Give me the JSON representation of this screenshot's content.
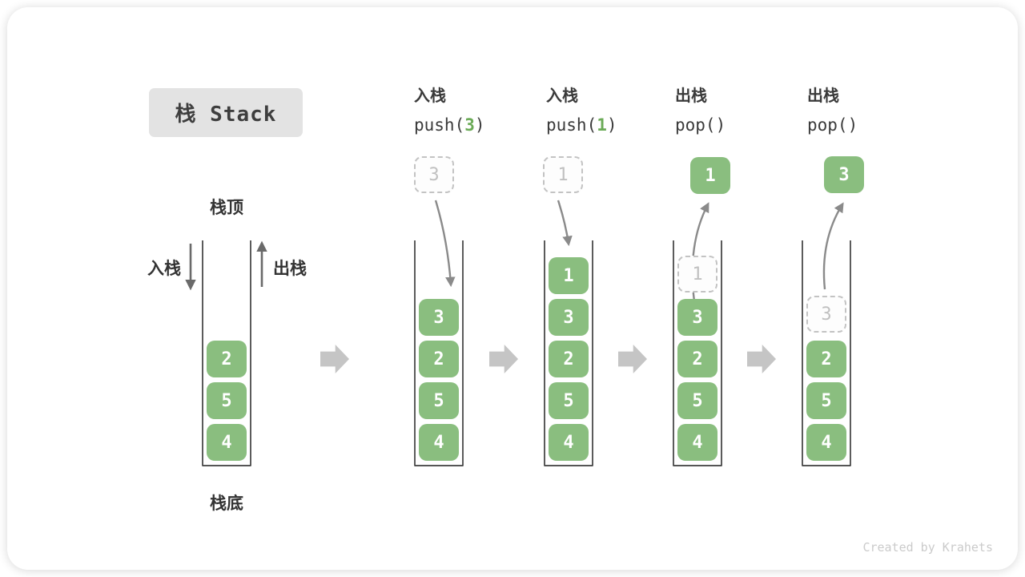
{
  "header": {
    "title": "栈 Stack"
  },
  "stack_labels": {
    "top": "栈顶",
    "bottom": "栈底",
    "push_arrow": "入栈",
    "pop_arrow": "出栈"
  },
  "operations": [
    {
      "name": "入栈",
      "code_pre": "push(",
      "code_arg": "3",
      "code_post": ")"
    },
    {
      "name": "入栈",
      "code_pre": "push(",
      "code_arg": "1",
      "code_post": ")"
    },
    {
      "name": "出栈",
      "code_pre": "pop()",
      "code_arg": "",
      "code_post": ""
    },
    {
      "name": "出栈",
      "code_pre": "pop()",
      "code_arg": "",
      "code_post": ""
    }
  ],
  "stacks": [
    {
      "blocks": [
        "2",
        "5",
        "4"
      ]
    },
    {
      "incoming": "3",
      "blocks": [
        "3",
        "2",
        "5",
        "4"
      ]
    },
    {
      "incoming": "1",
      "blocks": [
        "1",
        "3",
        "2",
        "5",
        "4"
      ]
    },
    {
      "outgoing": "1",
      "ghost": "1",
      "blocks": [
        "3",
        "2",
        "5",
        "4"
      ]
    },
    {
      "outgoing": "3",
      "ghost": "3",
      "blocks": [
        "2",
        "5",
        "4"
      ]
    }
  ],
  "watermark": "Created by Krahets",
  "colors": {
    "block_green": "#8abe7f",
    "code_green": "#6bab57",
    "curve_arrow_gray": "#8a8a8a",
    "straight_arrow_gray": "#6a6a6a",
    "big_arrow_gray": "#c5c5c5",
    "wall_dark": "#3f3f3f",
    "title_bg": "#e3e3e3"
  }
}
